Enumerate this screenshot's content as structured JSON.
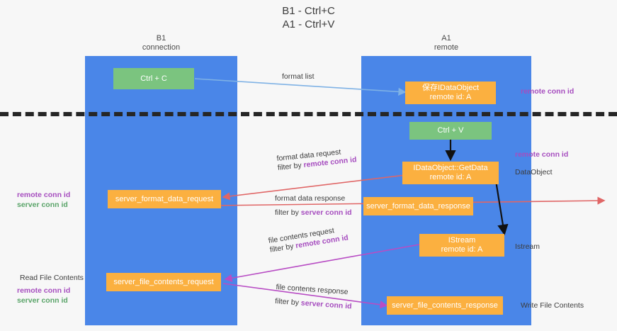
{
  "title": {
    "line1": "B1 - Ctrl+C",
    "line2": "A1 - Ctrl+V"
  },
  "columns": {
    "left": {
      "name": "B1",
      "role": "connection"
    },
    "right": {
      "name": "A1",
      "role": "remote"
    }
  },
  "colors": {
    "lane": "#4a86e8",
    "green_box": "#7bc47f",
    "orange_box": "#fbb040",
    "purple_text": "#a64dbf",
    "green_text": "#5aa469",
    "arrow_blue": "#7fb2e5",
    "arrow_red": "#e06666",
    "arrow_magenta": "#b84dc4",
    "arrow_black": "#000000",
    "divider": "#262626",
    "background": "#f7f7f7"
  },
  "boxes": {
    "ctrl_c": "Ctrl + C",
    "ctrl_v": "Ctrl + V",
    "save_idataobject_l1": "保存IDataObject",
    "save_idataobject_l2": "remote id: A",
    "getdata_l1": "IDataObject::GetData",
    "getdata_l2": "remote id: A",
    "istream_l1": "IStream",
    "istream_l2": "remote id: A",
    "server_format_data_request": "server_format_data_request",
    "server_format_data_response": "server_format_data_response",
    "server_file_contents_request": "server_file_contents_request",
    "server_file_contents_response": "server_file_contents_response"
  },
  "edges": {
    "format_list": "format list",
    "format_data_request": "format data request",
    "format_data_request_filter_prefix": "filter by ",
    "format_data_request_filter_key": "remote conn id",
    "format_data_response": "format data response",
    "format_data_response_filter_prefix": "filter by ",
    "format_data_response_filter_key": "server conn id",
    "file_contents_request": "file contents request",
    "file_contents_request_filter_prefix": "filter by ",
    "file_contents_request_filter_key": "remote conn id",
    "file_contents_response": "file contents response",
    "file_contents_response_filter_prefix": "filter by ",
    "file_contents_response_filter_key": "server conn id"
  },
  "annotations": {
    "right_remote_conn_id_top": "remote conn id",
    "right_remote_conn_id_mid": "remote conn id",
    "right_dataobject": "DataObject",
    "right_istream": "Istream",
    "right_write_file_contents": "Write File Contents",
    "left_remote_conn_id_mid": "remote conn id",
    "left_server_conn_id_mid": "server conn id",
    "left_read_file_contents": "Read File Contents",
    "left_remote_conn_id_bottom": "remote conn id",
    "left_server_conn_id_bottom": "server conn id"
  }
}
